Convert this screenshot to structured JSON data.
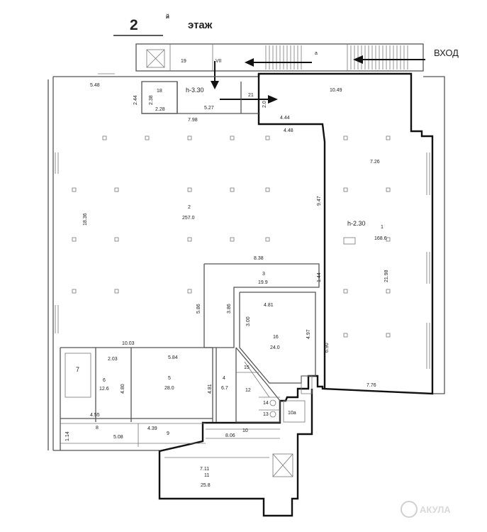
{
  "header": {
    "floor_number": "2",
    "floor_suffix": "й",
    "floor_word": "этаж"
  },
  "entry_label": "ВХОД",
  "watermark": "АКУЛА",
  "markers": {
    "vii": "VII",
    "a": "а",
    "h1": "h-3.30",
    "h2": "h-2.30"
  },
  "rooms": [
    {
      "id": "19",
      "area": ""
    },
    {
      "id": "18",
      "area": ""
    },
    {
      "id": "21",
      "area": ""
    },
    {
      "id": "1",
      "area": "168.6"
    },
    {
      "id": "2",
      "area": "257.0"
    },
    {
      "id": "3",
      "area": "19.9"
    },
    {
      "id": "16",
      "area": "24.0"
    },
    {
      "id": "7",
      "area": ""
    },
    {
      "id": "6",
      "area": "12.6"
    },
    {
      "id": "5",
      "area": "28.0"
    },
    {
      "id": "4",
      "area": "6.7"
    },
    {
      "id": "15",
      "area": ""
    },
    {
      "id": "12",
      "area": ""
    },
    {
      "id": "14",
      "area": ""
    },
    {
      "id": "13",
      "area": ""
    },
    {
      "id": "10а",
      "area": ""
    },
    {
      "id": "8",
      "area": ""
    },
    {
      "id": "9",
      "area": ""
    },
    {
      "id": "10",
      "area": ""
    },
    {
      "id": "11",
      "area": "25.8"
    }
  ],
  "dimensions": [
    "5.48",
    "2.44",
    "2.38",
    "2.28",
    "5.27",
    "2.0",
    "10.49",
    "7.98",
    "4.44",
    "4.48",
    "7.26",
    "18.36",
    "9.47",
    "8.38",
    "1.44",
    "21.98",
    "5.86",
    "3.86",
    "4.81",
    "3.00",
    "4.97",
    "6.90",
    "10.03",
    "2.03",
    "5.84",
    "4.80",
    "4.81",
    "4.55",
    "7.76",
    "1.14",
    "5.08",
    "4.39",
    "8.06",
    "7.11"
  ]
}
